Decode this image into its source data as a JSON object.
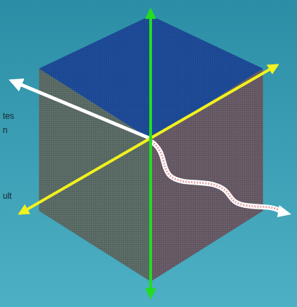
{
  "diagram": {
    "labels": [
      "tes",
      "n",
      "ult"
    ]
  }
}
